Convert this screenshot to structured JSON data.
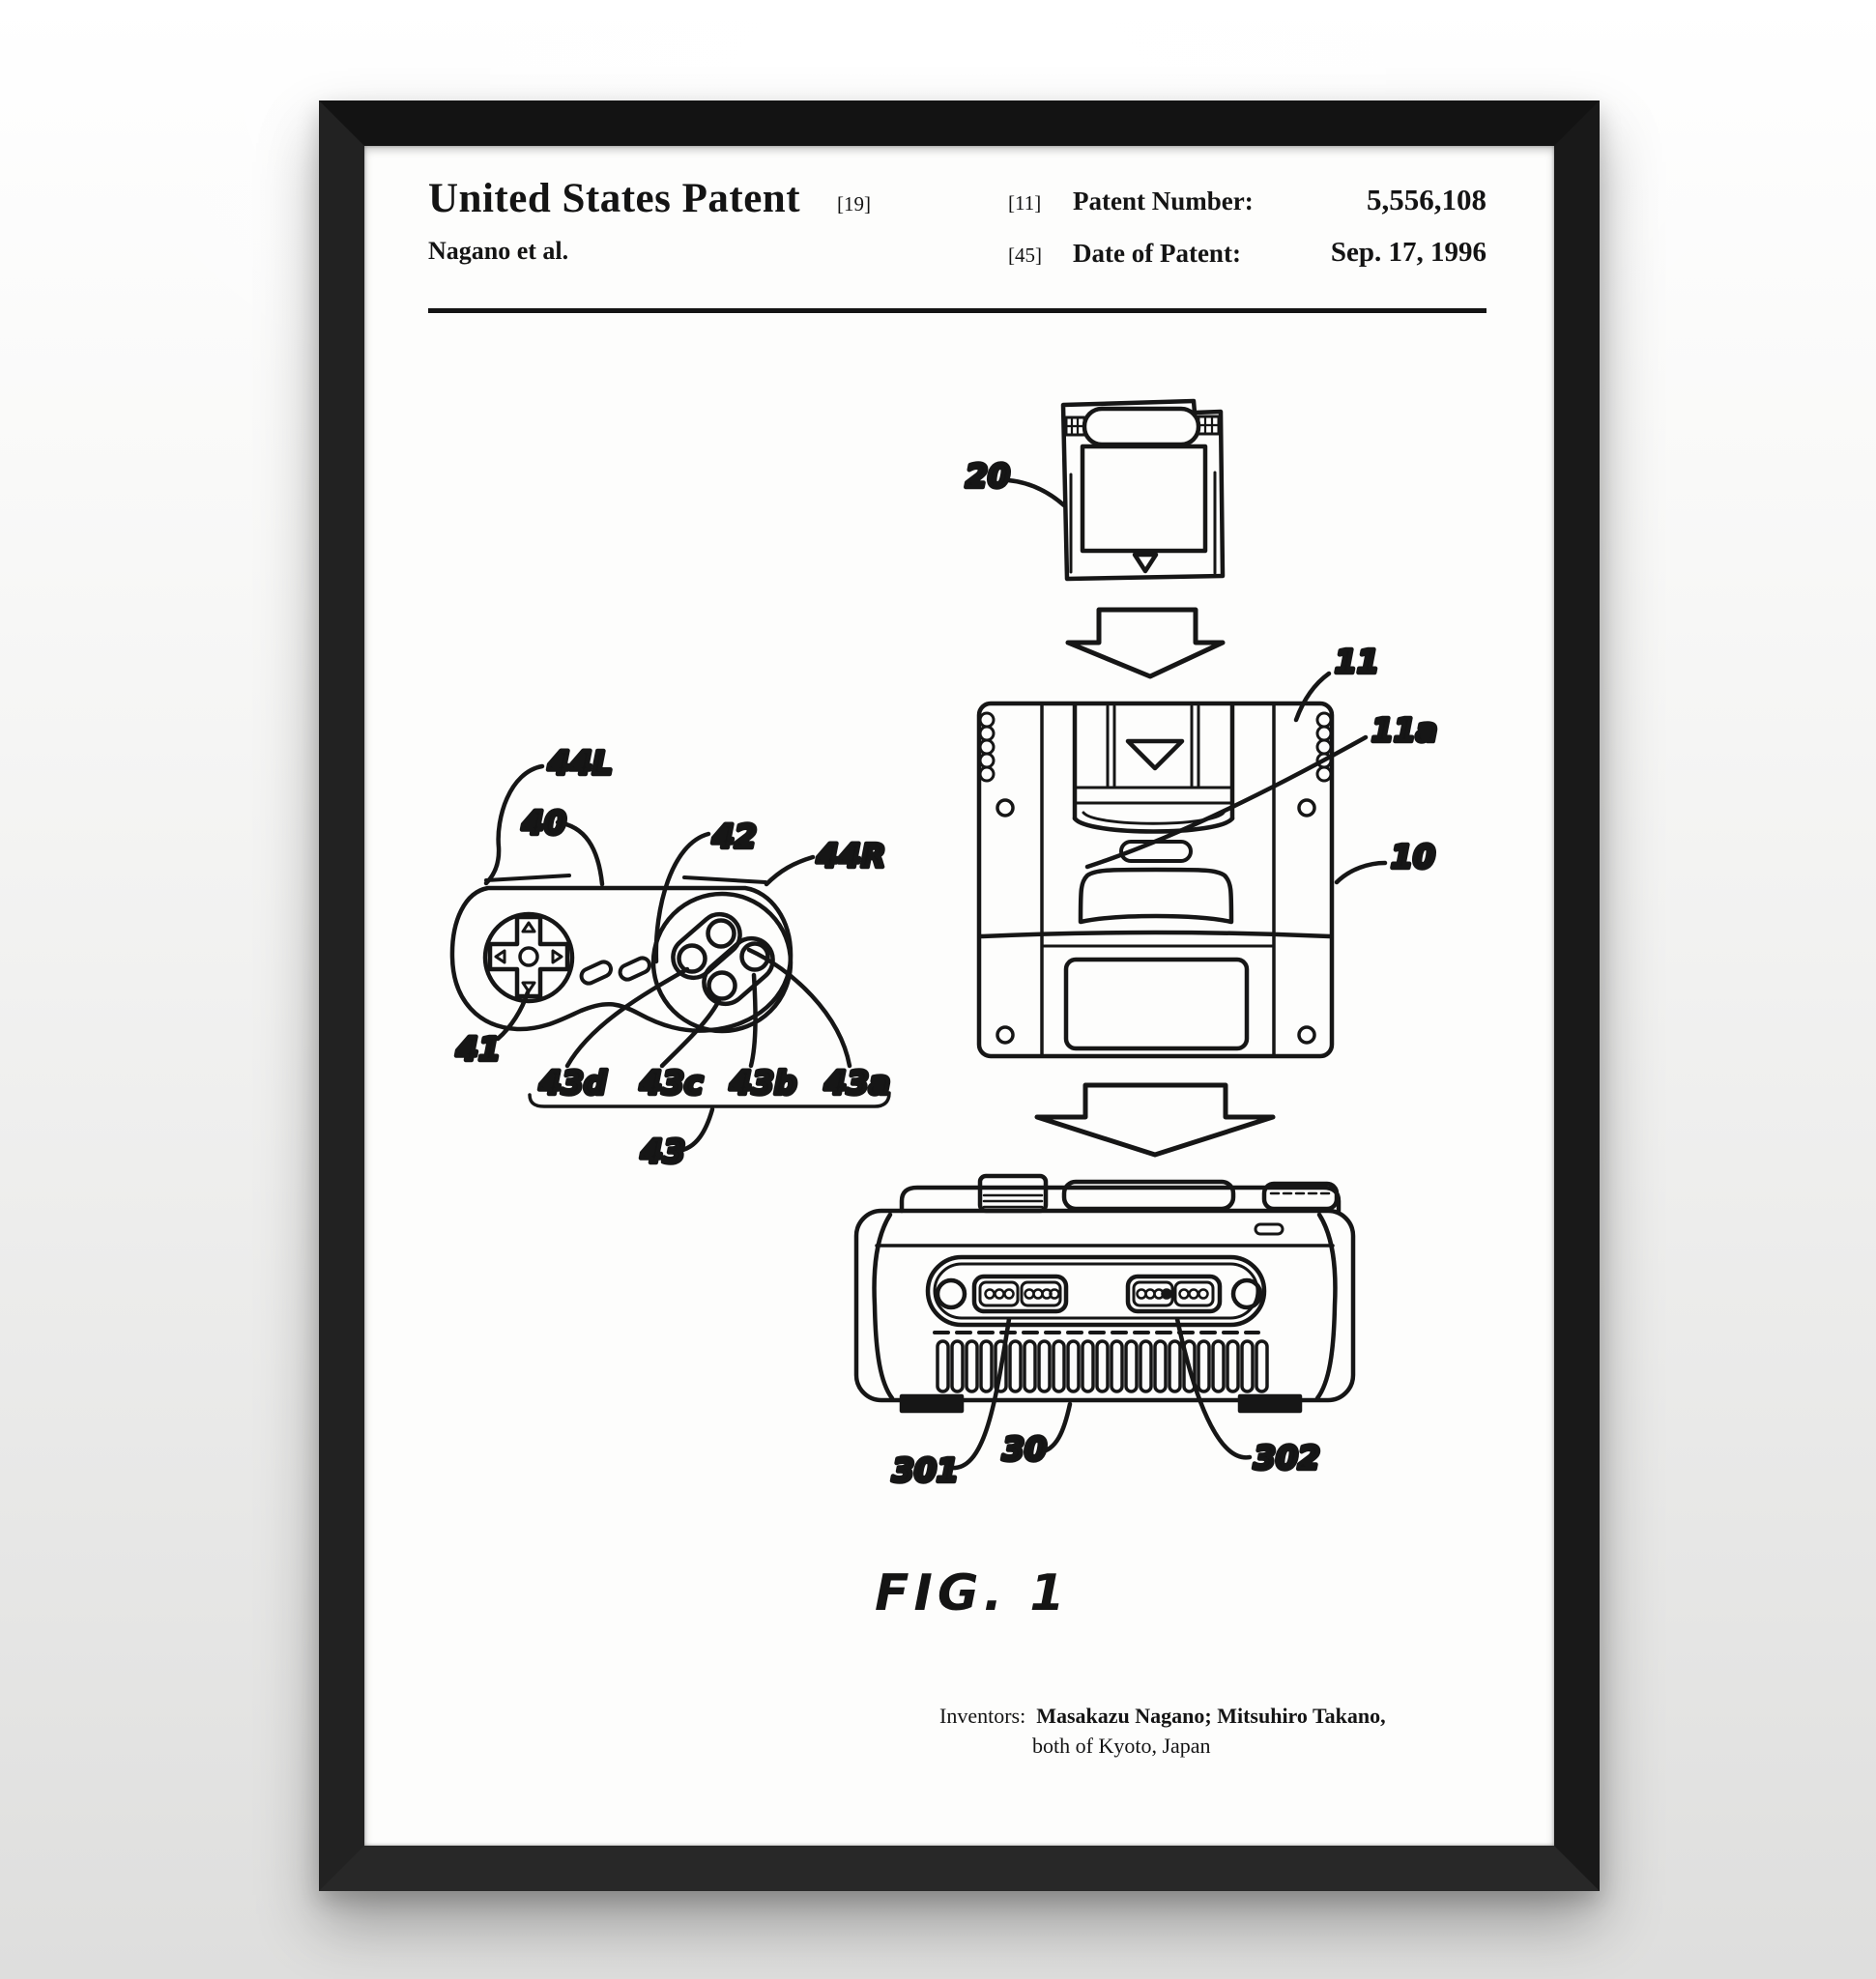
{
  "poster": {
    "header": {
      "title": "United States Patent",
      "title_code": "[19]",
      "authors": "Nagano et al.",
      "patent_number_code": "[11]",
      "patent_number_label": "Patent Number:",
      "patent_number_value": "5,556,108",
      "date_code": "[45]",
      "date_label": "Date of Patent:",
      "date_value": "Sep. 17, 1996"
    },
    "figure": {
      "caption": "FIG. 1",
      "labels": {
        "cartridge": "20",
        "adapter": "11",
        "adapter_slot": "11a",
        "adapter_body": "10",
        "shoulder_left": "44L",
        "controller": "40",
        "select_buttons": "42",
        "shoulder_right": "44R",
        "dpad": "41",
        "button_d": "43d",
        "button_c": "43c",
        "button_b": "43b",
        "button_a": "43a",
        "button_group": "43",
        "console_port_left": "301",
        "console": "30",
        "console_port_right": "302"
      }
    },
    "footer": {
      "inventors_label": "Inventors:",
      "inventors_names": "Masakazu Nagano; Mitsuhiro Takano,",
      "inventors_location": "both of Kyoto, Japan"
    },
    "colors": {
      "frame": "#181818",
      "paper": "#fdfdfc",
      "ink": "#141414"
    }
  }
}
